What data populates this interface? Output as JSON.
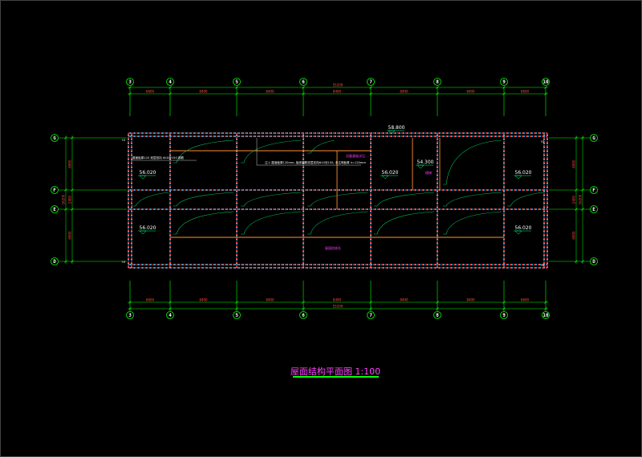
{
  "drawing": {
    "title": "屋面结构平面图 1:100",
    "axes_horizontal": [
      "3",
      "4",
      "5",
      "6",
      "7",
      "8",
      "9",
      "10"
    ],
    "axes_vertical": [
      "G",
      "F",
      "E",
      "D"
    ],
    "dims_top_segments": [
      "6600",
      "8400",
      "8400",
      "8400",
      "8400",
      "8400",
      "6600"
    ],
    "dims_top_total": "55200",
    "dims_bottom_segments": [
      "6600",
      "8400",
      "8400",
      "8400",
      "8400",
      "8400",
      "6600"
    ],
    "dims_bottom_total": "55200",
    "dims_left": [
      "6900",
      "2400",
      "6900"
    ],
    "dims_left_total": "16200",
    "dims_right": [
      "6900",
      "2400",
      "6900"
    ],
    "dims_right_total": "16200",
    "elevations": {
      "roof_top": "58.800",
      "room_g3": "56.020",
      "room_g7": "56.020",
      "stair": "54.300",
      "room_g9": "56.020",
      "room_d3": "56.020",
      "room_d9": "56.020"
    },
    "notes": {
      "note_left": "屋面板厚120 双层双向 Φ10@150 钢筋",
      "note_mid": "注:1 屋面板厚120mm, 板底钢筋双层双向Φ10@150, 未注明板厚 h=120mm",
      "mag_top": "设备基础详见",
      "mag_stair": "楼梯",
      "mag_bottom": "屋面检修孔"
    },
    "col_marks": {
      "tl": "YZ",
      "tr": "YZ",
      "bl": "YZ",
      "br": "YZ"
    },
    "colors": {
      "background": "#000000",
      "axis": "#00ff00",
      "beam_dashed_red": "#ff3030",
      "beam_dashed_blue": "#30c8ff",
      "beam_orange": "#ff9030",
      "dim_text": "#ff5040",
      "elevation_text": "#ffffff",
      "magenta": "#ff40ff"
    }
  }
}
